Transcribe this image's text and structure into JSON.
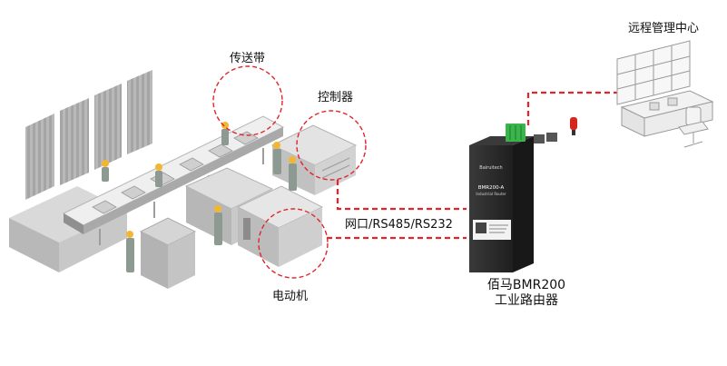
{
  "labels": {
    "conveyor": "传送带",
    "controller": "控制器",
    "motor": "电动机",
    "remote_center": "远程管理中心",
    "interfaces": "网口/RS485/RS232",
    "router_name_line1": "佰马BMR200",
    "router_name_line2": "工业路由器"
  },
  "router_device": {
    "logo": "Bairuitech",
    "model": "BMR200-A",
    "subtitle": "Industrial Router"
  },
  "colors": {
    "dashed_link": "#e0252b",
    "router_body": "#2b2b2b",
    "terminal_green": "#39b54a",
    "antenna_red": "#d7261e"
  }
}
